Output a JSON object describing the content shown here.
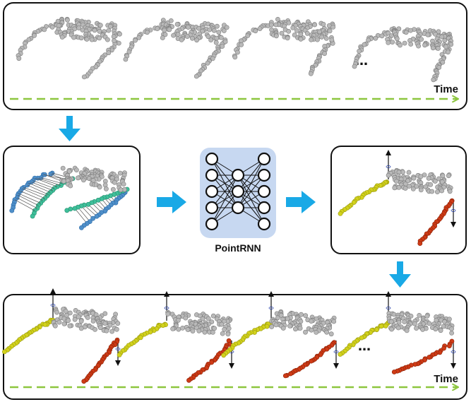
{
  "diagram": {
    "time_label": "Time",
    "ellipsis": "…",
    "network_label": "PointRNN",
    "colors": {
      "panel_border": "#111111",
      "timeline": "#8dc63f",
      "arrow": "#19a9e6",
      "network_bg": "#c7d8f1",
      "node_stroke": "#111111",
      "gray_point": "#b9b9b9",
      "gray_point_edge": "#7d7d7d",
      "yellow_point": "#d2d21c",
      "red_point": "#cf3b16",
      "blue_point": "#4f8fc9",
      "teal_point": "#3fbf9a",
      "axis_marker": "#1f3aa6"
    },
    "network_layers": [
      5,
      3,
      5
    ]
  }
}
